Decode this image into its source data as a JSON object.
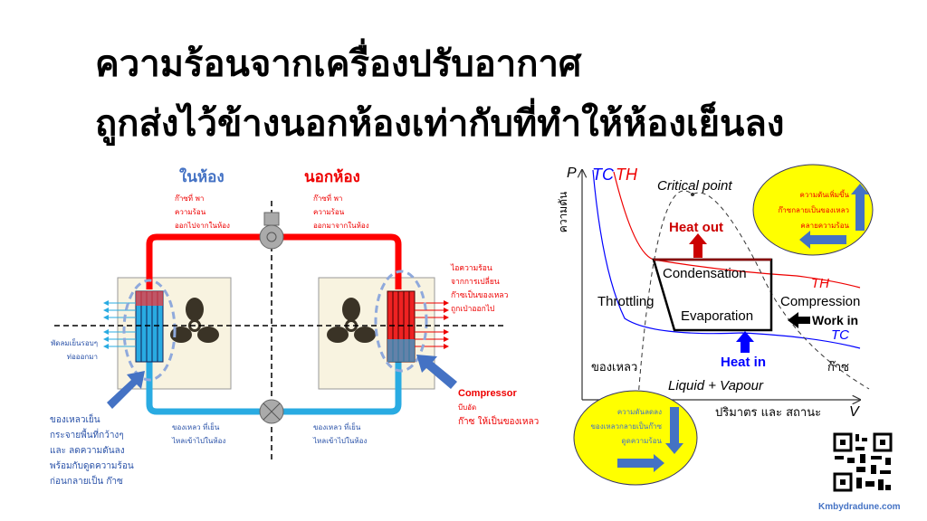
{
  "title": {
    "line1": "ความร้อนจากเครื่องปรับอากาศ",
    "line2": "ถูกส่งไว้ข้างนอกห้องเท่ากับที่ทำให้ห้องเย็นลง"
  },
  "ac_diagram": {
    "indoor_label": "ในห้อง",
    "outdoor_label": "นอกห้อง",
    "indoor_top_note": [
      "ก๊าซที่ พา",
      "ความร้อน",
      "ออกไปจากในห้อง"
    ],
    "outdoor_top_note": [
      "ก๊าซที่ พา",
      "ความร้อน",
      "ออกมาจากในห้อง"
    ],
    "condenser_note": [
      "ไอความร้อน",
      "จากการเปลี่ยน",
      "ก๊าซเป็นของเหลว",
      "ถูกเป่าออกไป"
    ],
    "fan_note": [
      "พัดลมเย็นรอบๆ",
      "ท่อออกมา"
    ],
    "evaporator_note": [
      "ของเหลวเย็น",
      "กระจายพื้นที่กว้างๆ",
      "และ ลดความดันลง",
      "พร้อมกับดูดความร้อน",
      "ก่อนกลายเป็น ก๊าซ"
    ],
    "bottom_left_note": [
      "ของเหลว ที่เย็น",
      "ไหลเข้าไปในห้อง"
    ],
    "bottom_right_note": [
      "ของเหลว ที่เย็น",
      "ไหลเข้าไปในห้อง"
    ],
    "compressor_title": "Compressor",
    "compressor_note": [
      "บีบอัด",
      "ก๊าซ ให้เป็นของเหลว"
    ]
  },
  "pv_diagram": {
    "y_axis_symbol": "P",
    "y_axis_label": "ความดัน",
    "x_axis_symbol": "V",
    "x_axis_label": "ปริมาตร และ สถานะ",
    "tc_label": "TC",
    "th_label": "TH",
    "critical_point": "Critical point",
    "heat_out": "Heat out",
    "heat_in": "Heat in",
    "condensation": "Condensation",
    "evaporation": "Evaporation",
    "throttling": "Throttling",
    "compression": "Compression",
    "work_in": "Work in",
    "liquid": "ของเหลว",
    "gas": "ก๊าซ",
    "liquid_vapour": "Liquid + Vapour",
    "top_bubble": [
      "ความดันเพิ่มขึ้น",
      "ก๊าซกลายเป็นของเหลว",
      "คลายความร้อน"
    ],
    "bottom_bubble": [
      "ความดันลดลง",
      "ของเหลวกลายเป็นก๊าซ",
      "ดูดความร้อน"
    ]
  },
  "footer": {
    "website": "Kmbydradune.com"
  },
  "colors": {
    "hot": "#ff0000",
    "cold": "#29abe2",
    "arrow_blue": "#4472c4",
    "bubble": "#ffff00"
  }
}
